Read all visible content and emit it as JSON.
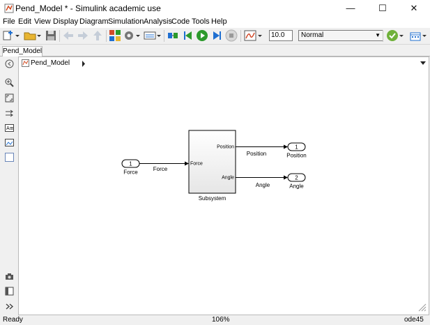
{
  "window": {
    "title": "Pend_Model * - Simulink academic use",
    "minimize": "—",
    "maximize": "☐",
    "close": "✕"
  },
  "menu": [
    "File",
    "Edit",
    "View",
    "Display",
    "Diagram",
    "Simulation",
    "Analysis",
    "Code",
    "Tools",
    "Help"
  ],
  "toolbar": {
    "stop_time": "10.0",
    "sim_mode": "Normal"
  },
  "tab": {
    "label": "Pend_Model"
  },
  "breadcrumb": {
    "label": "Pend_Model"
  },
  "diagram": {
    "inport": {
      "number": "1",
      "name": "Force"
    },
    "signal_in": "Force",
    "subsystem": {
      "name": "Subsystem",
      "in_port": "Force",
      "out_ports": [
        "Position",
        "Angle"
      ]
    },
    "signals_out": [
      "Position",
      "Angle"
    ],
    "outports": [
      {
        "number": "1",
        "name": "Position"
      },
      {
        "number": "2",
        "name": "Angle"
      }
    ]
  },
  "status": {
    "left": "Ready",
    "zoom": "106%",
    "solver": "ode45"
  },
  "colors": {
    "accent_blue": "#1f6fd1",
    "run_green": "#2c9a2c",
    "folder_yellow": "#e8b532"
  }
}
